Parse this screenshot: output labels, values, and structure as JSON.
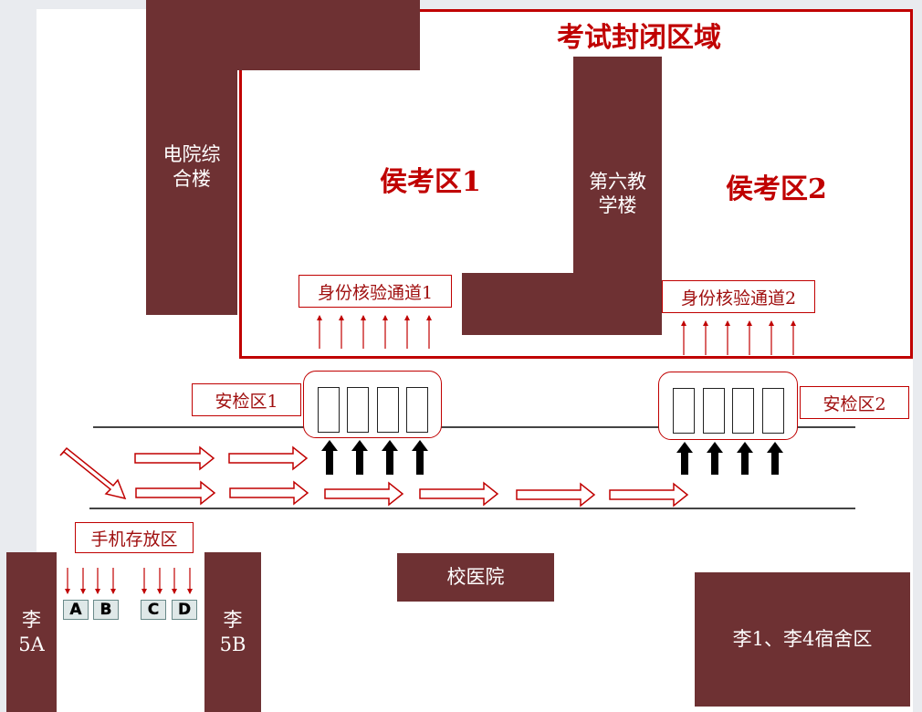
{
  "zone_title": "考试封闭区域",
  "wait_area_1": "侯考区1",
  "wait_area_2": "侯考区2",
  "building_dianyuan": "电院综合楼",
  "building_diliu": "第六教学楼",
  "id_check_1": "身份核验通道1",
  "id_check_2": "身份核验通道2",
  "security_1": "安检区1",
  "security_2": "安检区2",
  "phone_storage": "手机存放区",
  "phone_boxes": [
    "A",
    "B",
    "C",
    "D"
  ],
  "dorm_5a": "李5A",
  "dorm_5b": "李5B",
  "clinic": "校医院",
  "dorm_14": "李1、李4宿舍区",
  "colors": {
    "building": "#6e3133",
    "accent": "#c00000"
  }
}
